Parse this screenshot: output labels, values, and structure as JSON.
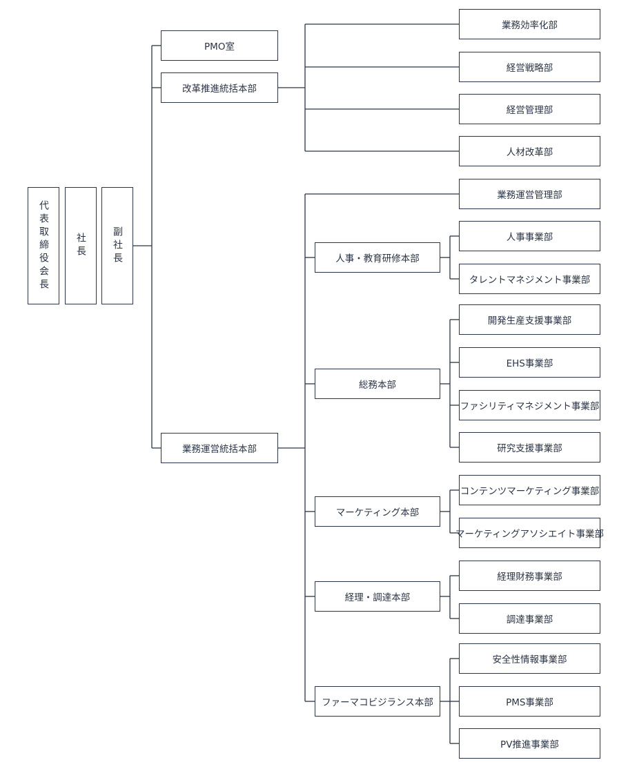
{
  "executive": {
    "ceo": "代表取締役会長",
    "president": "社長",
    "vice_president": "副社長"
  },
  "divisions": {
    "pmo": "PMO室",
    "reform": {
      "label": "改革推進統括本部",
      "departments": [
        "業務効率化部",
        "経営戦略部",
        "経営管理部",
        "人材改革部"
      ]
    },
    "operations": {
      "label": "業務運営統括本部",
      "direct_department": "業務運営管理部",
      "headquarters": [
        {
          "label": "人事・教育研修本部",
          "departments": [
            "人事事業部",
            "タレントマネジメント事業部"
          ]
        },
        {
          "label": "総務本部",
          "departments": [
            "開発生産支援事業部",
            "EHS事業部",
            "ファシリティマネジメント事業部",
            "研究支援事業部"
          ]
        },
        {
          "label": "マーケティング本部",
          "departments": [
            "コンテンツマーケティング事業部",
            "マーケティングアソシエイト事業部"
          ]
        },
        {
          "label": "経理・調達本部",
          "departments": [
            "経理財務事業部",
            "調達事業部"
          ]
        },
        {
          "label": "ファーマコビジランス本部",
          "departments": [
            "安全性情報事業部",
            "PMS事業部",
            "PV推進事業部"
          ]
        }
      ]
    }
  }
}
